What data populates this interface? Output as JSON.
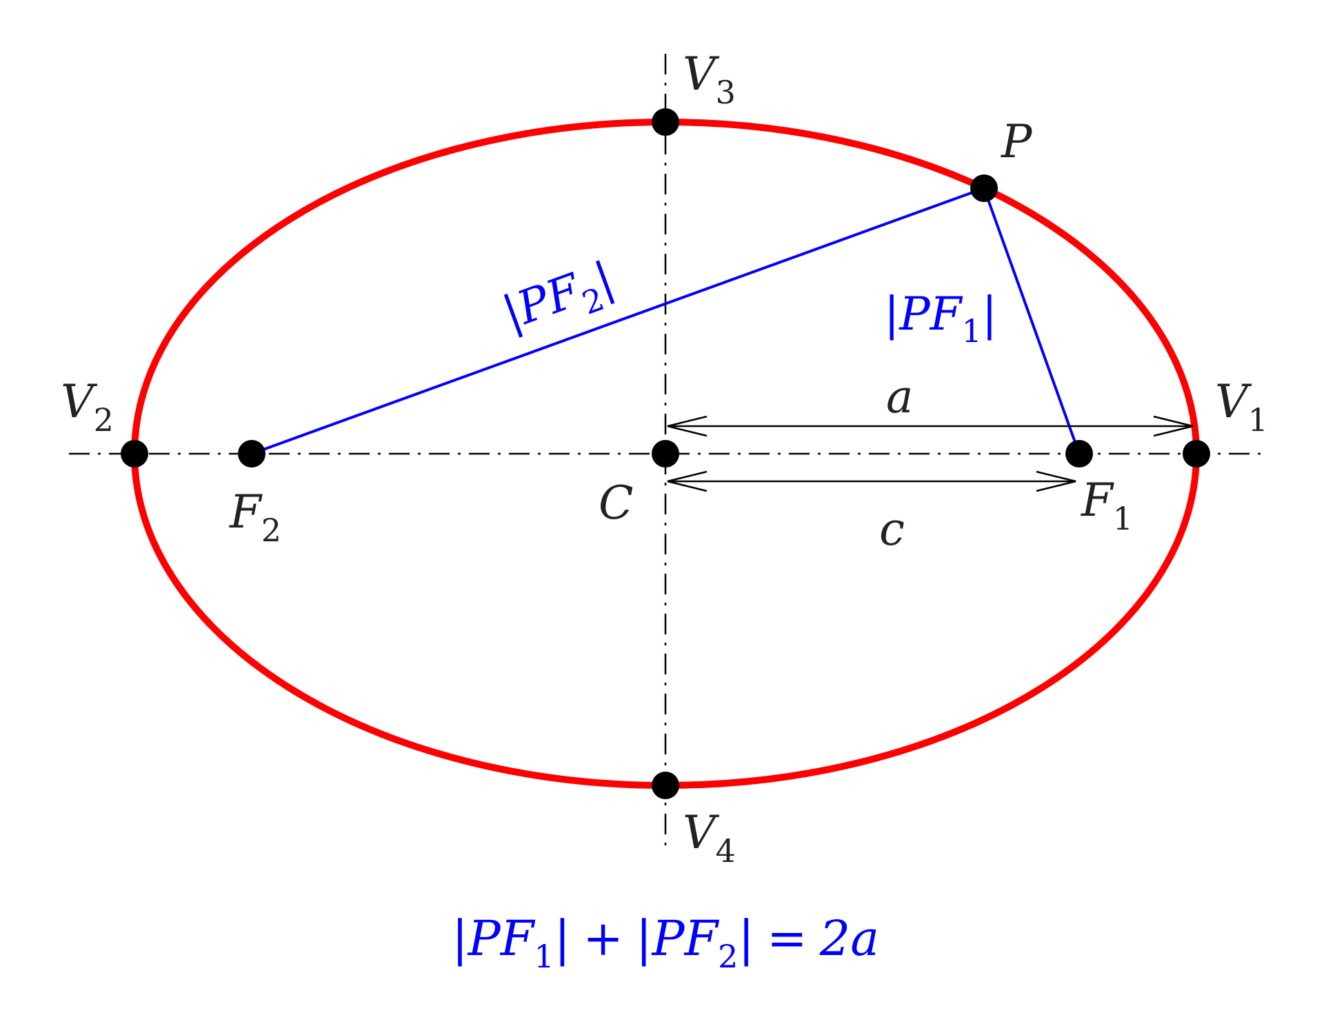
{
  "colors": {
    "ellipse": "#ff0000",
    "focal_lines": "#0000ff",
    "points": "#000000",
    "axes": "#000000",
    "text": "#222222",
    "formula": "#0000ff"
  },
  "labels": {
    "v1": {
      "base": "V",
      "sub": "1"
    },
    "v2": {
      "base": "V",
      "sub": "2"
    },
    "v3": {
      "base": "V",
      "sub": "3"
    },
    "v4": {
      "base": "V",
      "sub": "4"
    },
    "f1": {
      "base": "F",
      "sub": "1"
    },
    "f2": {
      "base": "F",
      "sub": "2"
    },
    "p": "P",
    "c": "C",
    "a": "a",
    "c_dist": "c",
    "pf1": {
      "bar_left": "|",
      "base": "PF",
      "sub": "1",
      "bar_right": "|"
    },
    "pf2": {
      "bar_left": "|",
      "base": "PF",
      "sub": "2",
      "bar_right": "|"
    }
  },
  "formula": {
    "bar": "|",
    "pf": "PF",
    "sub1": "1",
    "sub2": "2",
    "plus": "+",
    "equals": "=",
    "rhs": "2a"
  }
}
